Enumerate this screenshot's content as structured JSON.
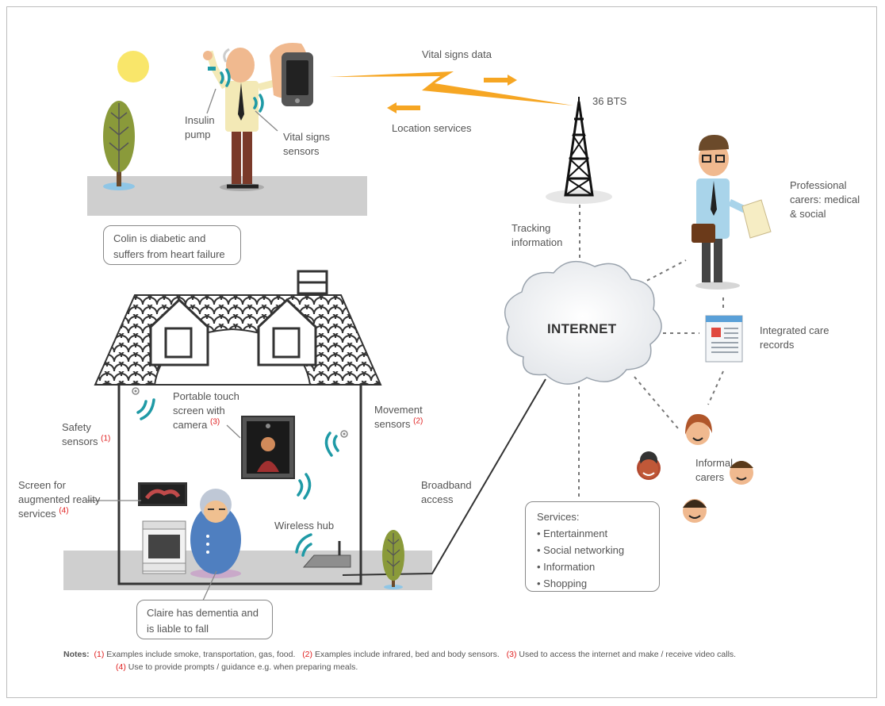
{
  "labels": {
    "vital_signs_data": "Vital signs  data",
    "location_services": "Location services",
    "bts": "36 BTS",
    "insulin_pump": "Insulin pump",
    "vital_signs_sensors": "Vital signs sensors",
    "tracking_information": "Tracking information",
    "professional_carers": "Professional carers: medical & social",
    "internet": "INTERNET",
    "integrated_care_records": "Integrated care records",
    "safety_sensors": "Safety sensors",
    "safety_sensors_note": "(1)",
    "portable_touch_screen": "Portable touch screen with camera",
    "portable_touch_screen_note": "(3)",
    "movement_sensors": "Movement sensors",
    "movement_sensors_note": "(2)",
    "screen_ar": "Screen for augmented reality services",
    "screen_ar_note": "(4)",
    "wireless_hub": "Wireless hub",
    "broadband_access": "Broadband access",
    "informal_carers": "Informal carers"
  },
  "callouts": {
    "colin": "Colin is diabetic and suffers from heart failure",
    "claire": "Claire has dementia and is liable to fall",
    "services_title": "Services:",
    "services": [
      "Entertainment",
      "Social networking",
      "Information",
      "Shopping"
    ]
  },
  "notes": {
    "heading": "Notes:",
    "n1_num": "(1)",
    "n1": "Examples include smoke, transportation, gas, food.",
    "n2_num": "(2)",
    "n2": "Examples include infrared, bed and body sensors.",
    "n3_num": "(3)",
    "n3": "Used to access the internet and make / receive video calls.",
    "n4_num": "(4)",
    "n4": "Use to provide prompts / guidance e.g. when preparing meals."
  },
  "colors": {
    "signal": "#1f9aa6",
    "lightning": "#f6a623",
    "note_red": "#e02020",
    "ground": "#cfcfcf"
  }
}
